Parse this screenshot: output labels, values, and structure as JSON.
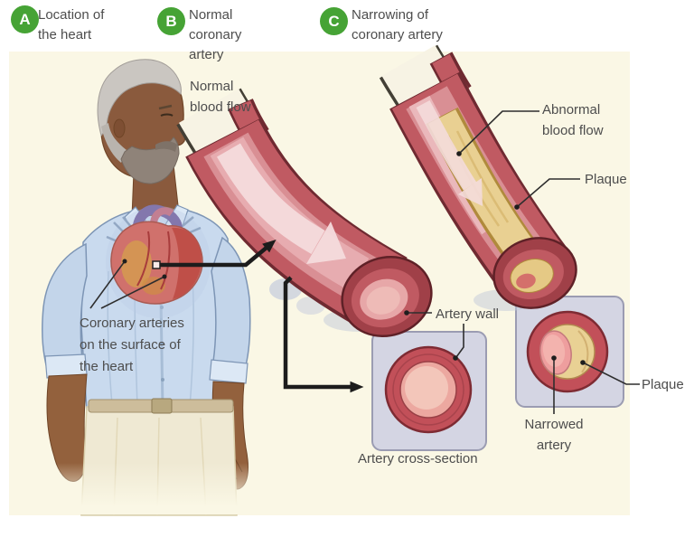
{
  "colors": {
    "panel_background": "#faf7e5",
    "badge_green": "#46a335",
    "artery_red": "#c05a62",
    "artery_dark_red": "#6f2a31",
    "lumen_pink": "#e7acb0",
    "plaque_yellow": "#e9d092",
    "cross_section_box": "#d4d5e3",
    "label_text": "#4d4d4d",
    "line_black": "#1c1c1c"
  },
  "legend": {
    "items": [
      {
        "letter": "A",
        "label": "Location of\nthe heart"
      },
      {
        "letter": "B",
        "label": "Normal\ncoronary\nartery"
      },
      {
        "letter": "C",
        "label": "Narrowing of\ncoronary artery"
      }
    ]
  },
  "annotations": {
    "normal_blood_flow": "Normal\nblood flow",
    "abnormal_blood_flow": "Abnormal\nblood flow",
    "plaque_upper": "Plaque",
    "artery_wall": "Artery wall",
    "coronary_arteries": "Coronary arteries\non the surface of\nthe heart",
    "artery_cross_section": "Artery cross-section",
    "narrowed_artery": "Narrowed\nartery",
    "plaque_lower": "Plaque"
  }
}
